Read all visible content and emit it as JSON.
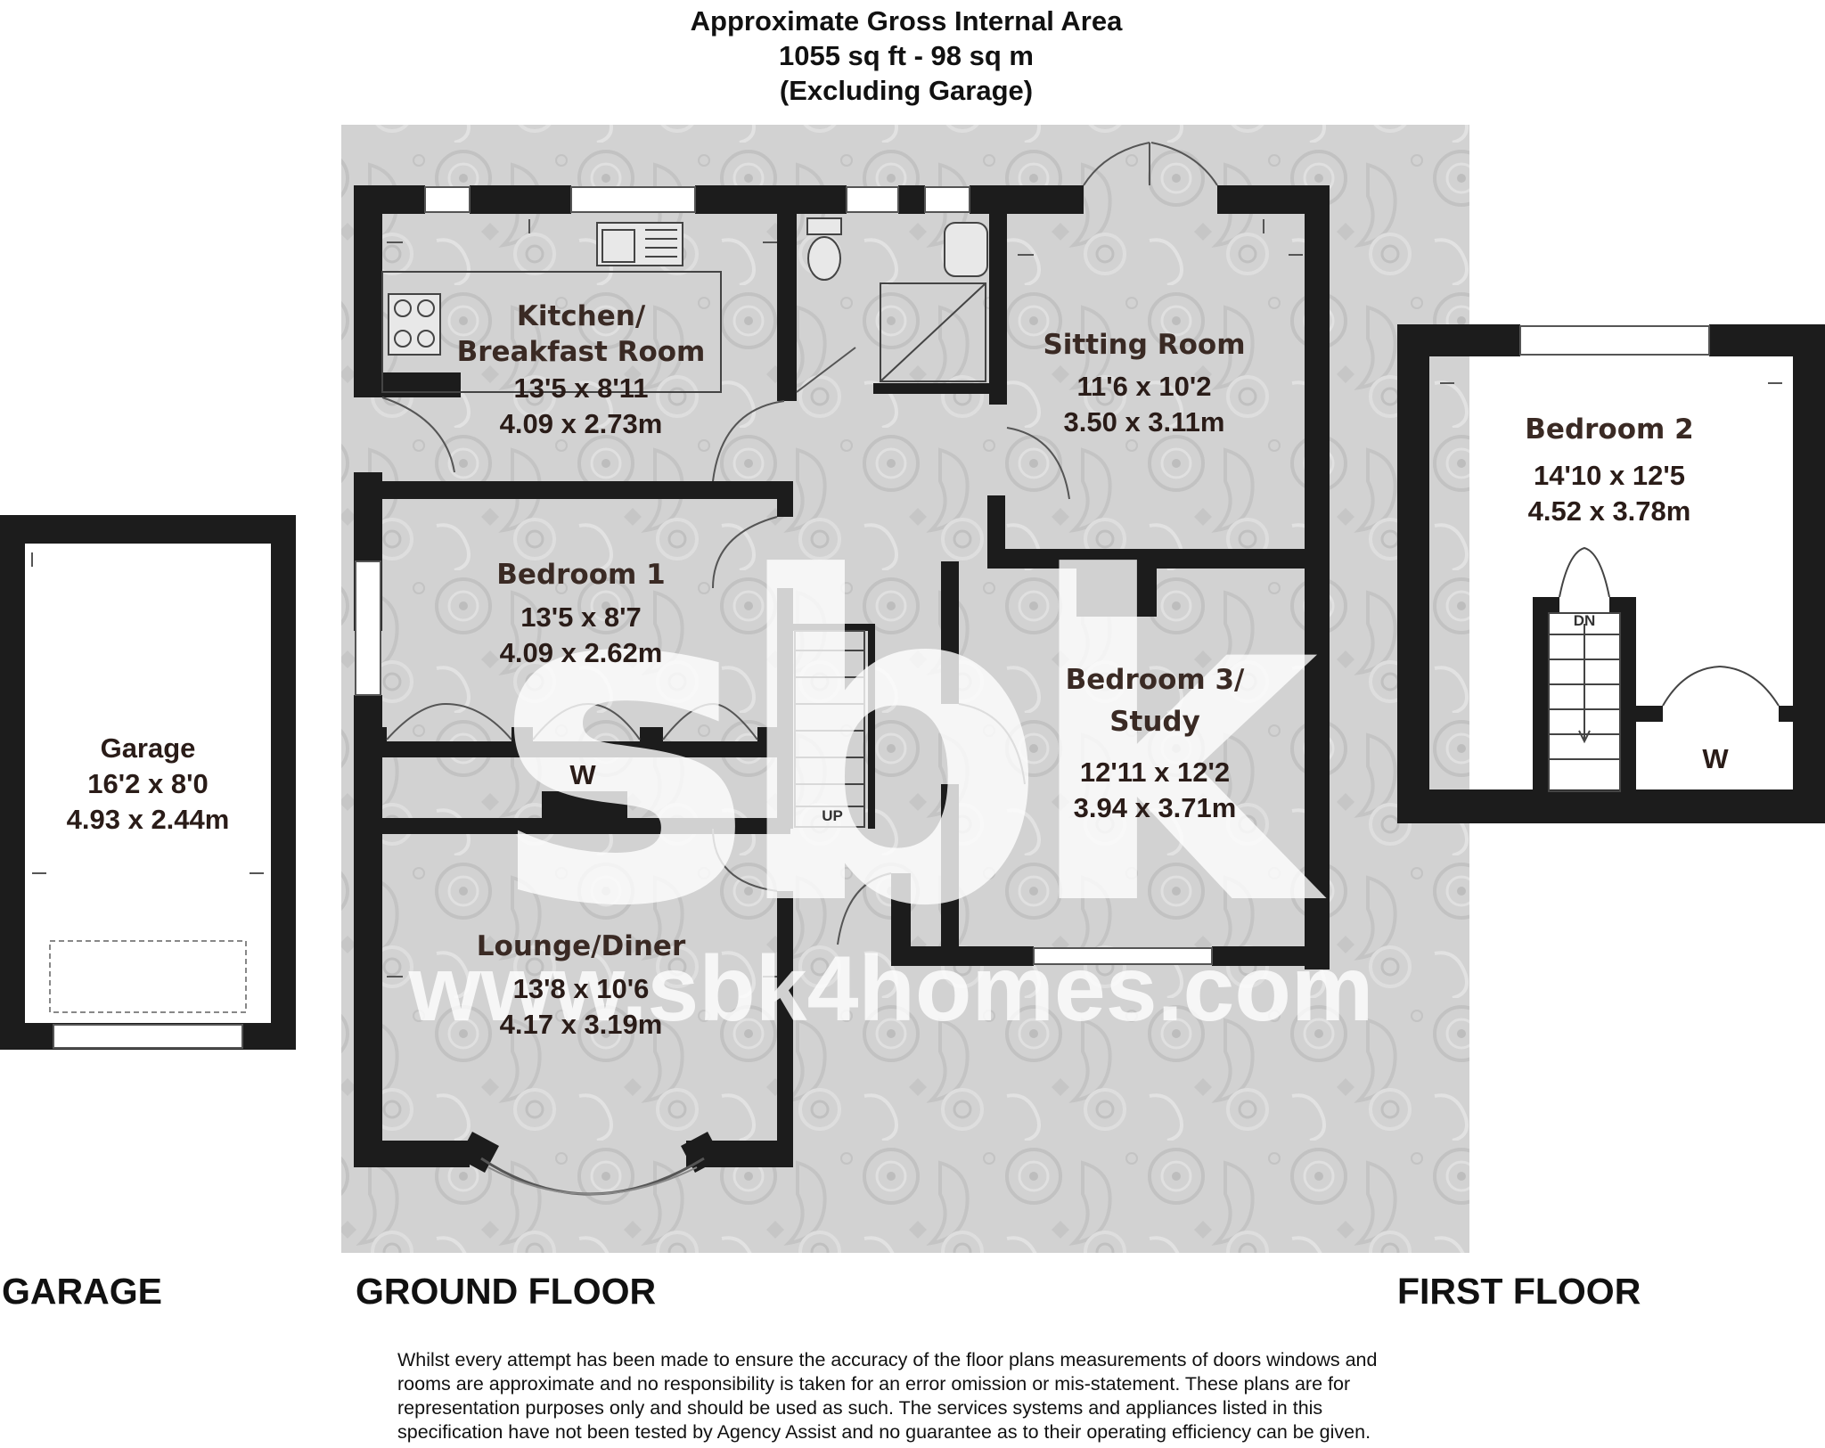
{
  "header": {
    "line1": "Approximate Gross Internal Area",
    "line2": "1055 sq ft - 98 sq m",
    "line3": "(Excluding Garage)"
  },
  "watermark": {
    "logo": "sbk",
    "url": "www.sbk4homes.com"
  },
  "rooms": {
    "garage": {
      "name": "Garage",
      "imperial": "16'2 x 8'0",
      "metric": "4.93 x 2.44m"
    },
    "kitchen": {
      "name_line1": "Kitchen/",
      "name_line2": "Breakfast Room",
      "imperial": "13'5 x 8'11",
      "metric": "4.09 x 2.73m"
    },
    "sitting": {
      "name": "Sitting Room",
      "imperial": "11'6 x 10'2",
      "metric": "3.50 x 3.11m"
    },
    "bedroom1": {
      "name": "Bedroom 1",
      "imperial": "13'5 x 8'7",
      "metric": "4.09 x 2.62m"
    },
    "bedroom3": {
      "name_line1": "Bedroom 3/",
      "name_line2": "Study",
      "imperial": "12'11 x 12'2",
      "metric": "3.94 x 3.71m"
    },
    "lounge": {
      "name": "Lounge/Diner",
      "imperial": "13'8 x 10'6",
      "metric": "4.17 x 3.19m"
    },
    "bedroom2": {
      "name": "Bedroom 2",
      "imperial": "14'10 x 12'5",
      "metric": "4.52 x 3.78m"
    }
  },
  "markers": {
    "wardrobe_ground": "W",
    "wardrobe_first": "W",
    "stairs_up": "UP",
    "stairs_down": "DN"
  },
  "floors": {
    "garage": "GARAGE",
    "ground": "GROUND FLOOR",
    "first": "FIRST FLOOR"
  },
  "disclaimer": {
    "line1": "Whilst every attempt has been made to ensure the accuracy of the floor plans measurements of doors windows and",
    "line2": "rooms are approximate and no responsibility is taken for an error omission or mis-statement. These plans are for",
    "line3": "representation purposes only and should be used as such. The services systems and appliances listed in this",
    "line4": "specification have not been tested by Agency Assist and no guarantee as to their operating efficiency can be given."
  }
}
